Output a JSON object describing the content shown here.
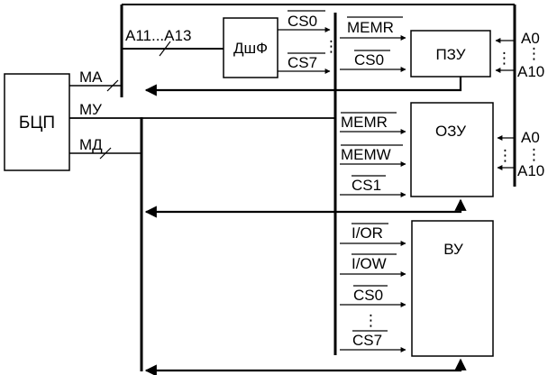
{
  "blocks": {
    "cpu": "БЦП",
    "decoder": "ДшФ",
    "rom": "ПЗУ",
    "ram": "ОЗУ",
    "io": "ВУ"
  },
  "buses": {
    "address": "МА",
    "control": "МУ",
    "data": "МД"
  },
  "address_range": "A11...A13",
  "decoder_outputs": {
    "first": "CS0",
    "last": "CS7"
  },
  "rom_inputs": {
    "read": "MEMR",
    "select": "CS0"
  },
  "ram_inputs": {
    "read": "MEMR",
    "write": "MEMW",
    "select": "CS1"
  },
  "io_inputs": {
    "read": "I/OR",
    "write": "I/OW",
    "select_first": "CS0",
    "select_last": "CS7"
  },
  "address_lines": {
    "low": "A0",
    "high": "A10"
  },
  "colors": {
    "line": "#000000",
    "background": "#ffffff"
  }
}
